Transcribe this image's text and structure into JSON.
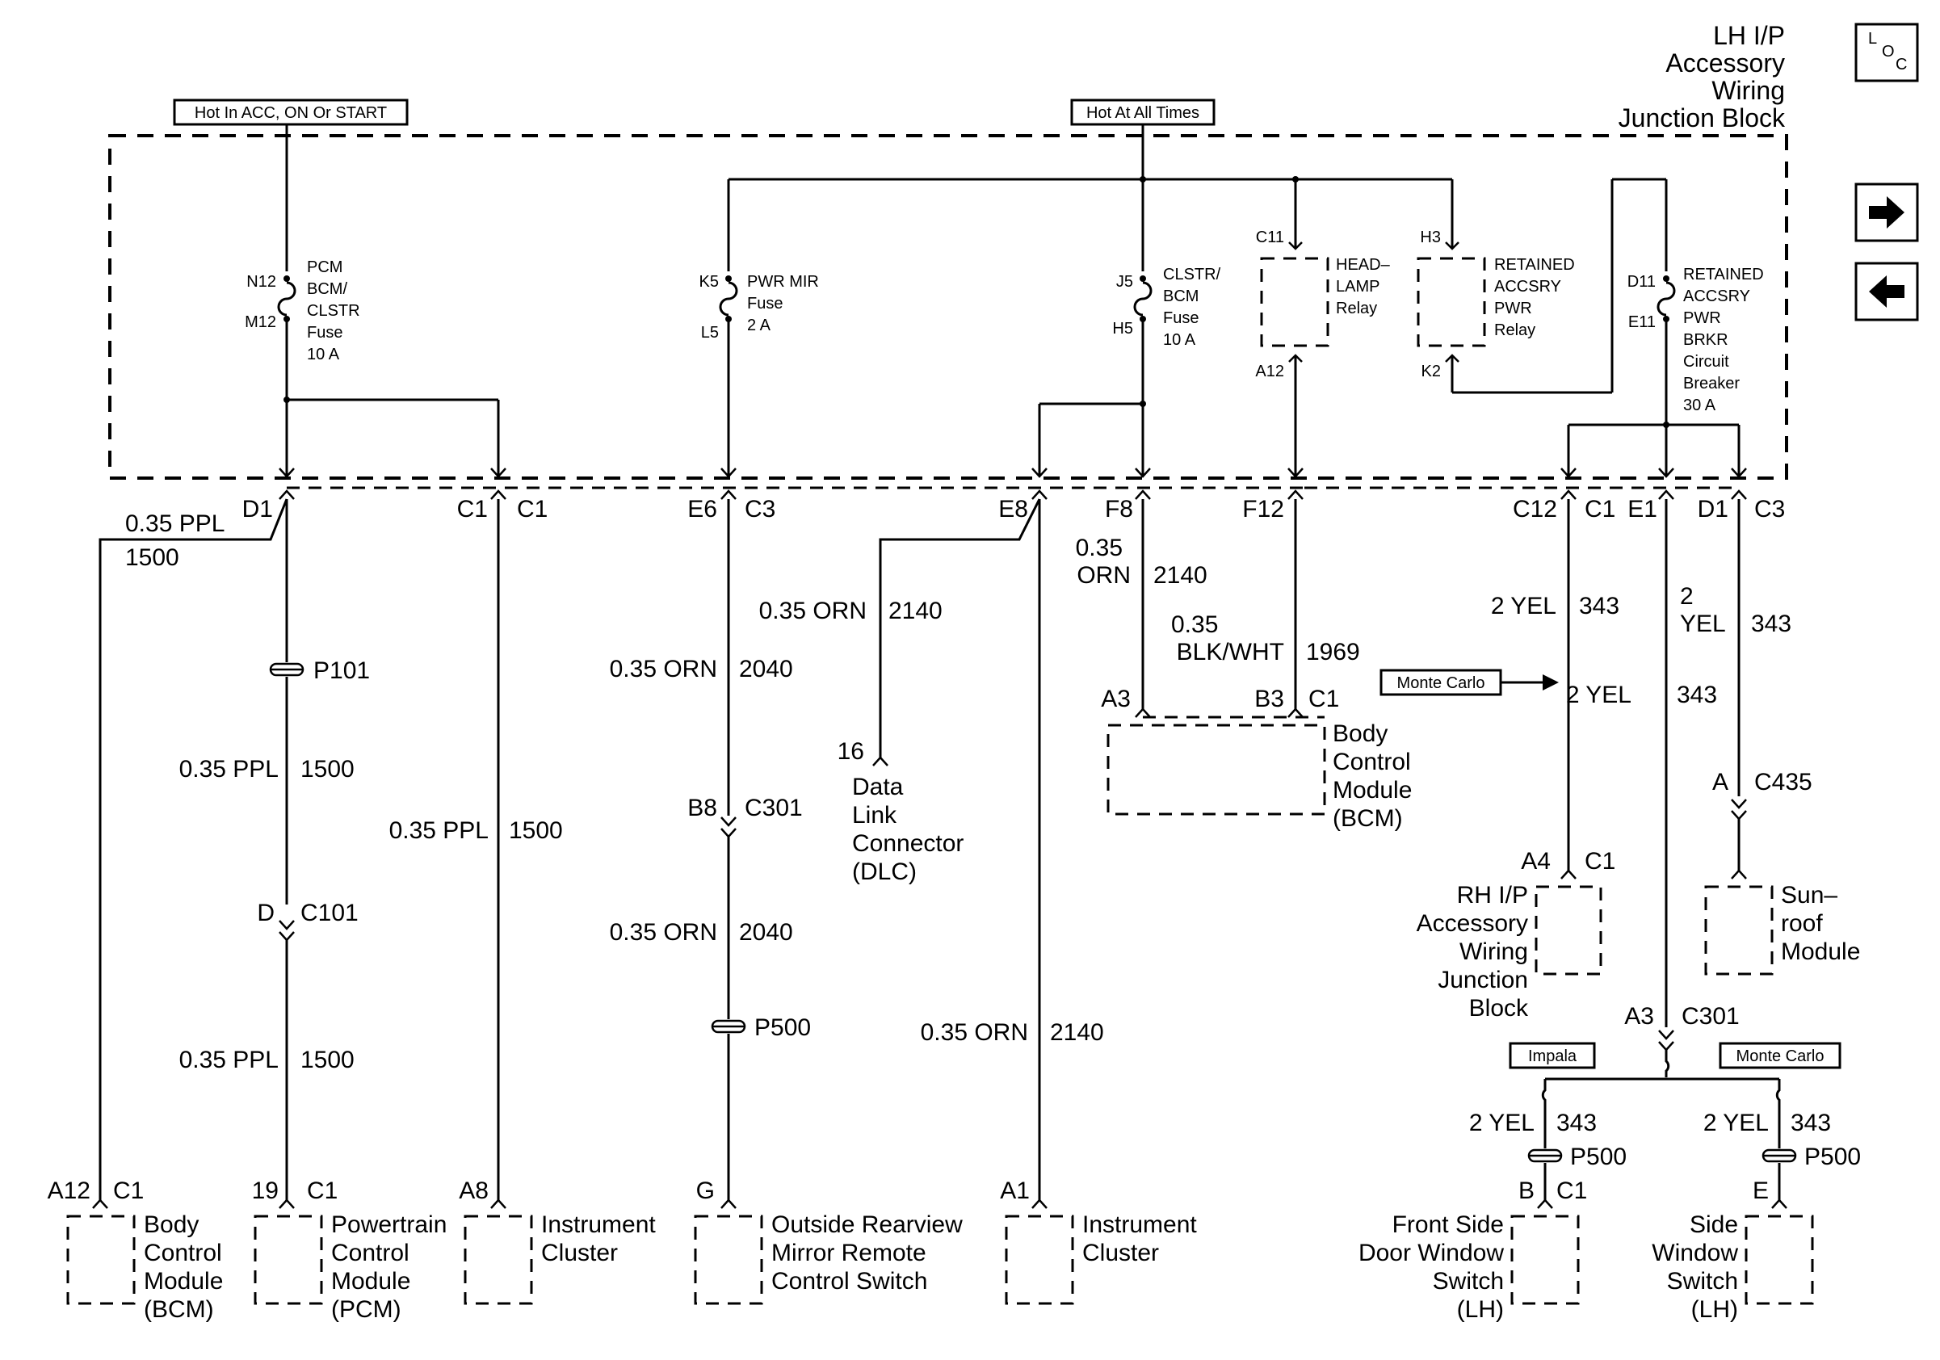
{
  "title": [
    "LH I/P",
    "Accessory",
    "Wiring",
    "Junction Block"
  ],
  "nav": {
    "loc_top": "L",
    "loc_mid": "O",
    "loc_bot": "C"
  },
  "tags": {
    "hot_acc": "Hot In ACC, ON Or START",
    "hot_all": "Hot At All Times",
    "monte_carlo_1": "Monte Carlo",
    "impala": "Impala",
    "monte_carlo_2": "Monte Carlo"
  },
  "fuses": {
    "pcm": {
      "top": "N12",
      "bot": "M12",
      "label": [
        "PCM",
        "BCM/",
        "CLSTR",
        "Fuse",
        "10 A"
      ]
    },
    "pwr_mir": {
      "top": "K5",
      "bot": "L5",
      "label": [
        "PWR MIR",
        "Fuse",
        "2 A"
      ]
    },
    "clstr": {
      "top": "J5",
      "bot": "H5",
      "label": [
        "CLSTR/",
        "BCM",
        "Fuse",
        "10 A"
      ]
    },
    "breaker": {
      "top": "D11",
      "bot": "E11",
      "label": [
        "RETAINED",
        "ACCSRY",
        "PWR",
        "BRKR",
        "Circuit",
        "Breaker",
        "30 A"
      ]
    }
  },
  "relays": {
    "headlamp": {
      "top": "C11",
      "bot": "A12",
      "label": [
        "HEAD–",
        "LAMP",
        "Relay"
      ]
    },
    "retained": {
      "top": "H3",
      "bot": "K2",
      "label": [
        "RETAINED",
        "ACCSRY",
        "PWR",
        "Relay"
      ]
    }
  },
  "pins": {
    "d1": "D1",
    "c1a": "C1",
    "c1b": "C1",
    "e6": "E6",
    "c3a": "C3",
    "e8": "E8",
    "f8": "F8",
    "f12": "F12",
    "c12": "C12",
    "c1c": "C1",
    "e1": "E1",
    "d1b": "D1",
    "c3b": "C3"
  },
  "wires": {
    "w1_size": "0.35 PPL",
    "w1_num": "1500",
    "p101": "P101",
    "w2_size": "0.35 PPL",
    "w2_num": "1500",
    "c101_pin": "D",
    "c101": "C101",
    "w3_size": "0.35 PPL",
    "w3_num": "1500",
    "w4_size": "0.35 PPL",
    "w4_num": "1500",
    "w5_size": "0.35 ORN",
    "w5_num": "2040",
    "c301_pin": "B8",
    "c301": "C301",
    "w6_size": "0.35 ORN",
    "w6_num": "2040",
    "p500a": "P500",
    "w7_size": "0.35 ORN",
    "w7_num": "2140",
    "dlc_pin": "16",
    "w8_size": "0.35 ORN",
    "w8_num": "2140",
    "w9_size_a": "0.35",
    "w9_size_b": "ORN",
    "w9_num": "2140",
    "w10_size_a": "0.35",
    "w10_size_b": "BLK/WHT",
    "w10_num": "1969",
    "w11_size": "2 YEL",
    "w11_num": "343",
    "w12_size_a": "2",
    "w12_size_b": "YEL",
    "w12_num": "343",
    "w13_size": "2 YEL",
    "w13_num": "343",
    "c435_pin": "A",
    "c435": "C435",
    "c301b_pin": "A3",
    "c301b": "C301",
    "w14_size": "2 YEL",
    "w14_num": "343",
    "p500b": "P500",
    "w15_size": "2 YEL",
    "w15_num": "343",
    "p500c": "P500"
  },
  "modules": {
    "bcm_mid": {
      "pins": [
        "A3",
        "B3",
        "C1"
      ],
      "label": [
        "Body",
        "Control",
        "Module",
        "(BCM)"
      ]
    },
    "dlc": {
      "label": [
        "Data",
        "Link",
        "Connector",
        "(DLC)"
      ]
    },
    "rh_ip": {
      "pin": "A4",
      "conn": "C1",
      "label": [
        "RH I/P",
        "Accessory",
        "Wiring",
        "Junction",
        "Block"
      ]
    },
    "sunroof": {
      "label": [
        "Sun–",
        "roof",
        "Module"
      ]
    },
    "bcm": {
      "pin": "A12",
      "conn": "C1",
      "label": [
        "Body",
        "Control",
        "Module",
        "(BCM)"
      ]
    },
    "pcm": {
      "pin": "19",
      "conn": "C1",
      "label": [
        "Powertrain",
        "Control",
        "Module",
        "(PCM)"
      ]
    },
    "ic1": {
      "pin": "A8",
      "label": [
        "Instrument",
        "Cluster"
      ]
    },
    "mirror": {
      "pin": "G",
      "label": [
        "Outside Rearview",
        "Mirror Remote",
        "Control Switch"
      ]
    },
    "ic2": {
      "pin": "A1",
      "label": [
        "Instrument",
        "Cluster"
      ]
    },
    "front_door": {
      "pin": "B",
      "conn": "C1",
      "label": [
        "Front Side",
        "Door Window",
        "Switch",
        "(LH)"
      ]
    },
    "side_window": {
      "pin": "E",
      "label": [
        "Side",
        "Window",
        "Switch",
        "(LH)"
      ]
    }
  }
}
